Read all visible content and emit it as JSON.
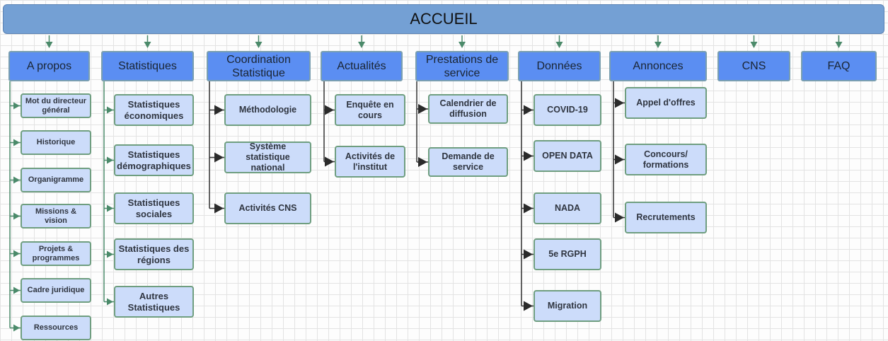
{
  "root": {
    "label": "ACCUEIL"
  },
  "columns": [
    {
      "id": "apropos",
      "label": "A propos",
      "items": [
        "Mot du directeur général",
        "Historique",
        "Organigramme",
        "Missions & vision",
        "Projets & programmes",
        "Cadre juridique",
        "Ressources"
      ]
    },
    {
      "id": "statistiques",
      "label": "Statistiques",
      "items": [
        "Statistiques économiques",
        "Statistiques démographiques",
        "Statistiques sociales",
        "Statistiques des régions",
        "Autres Statistiques"
      ]
    },
    {
      "id": "coordination",
      "label": "Coordination Statistique",
      "items": [
        "Méthodologie",
        "Système statistique national",
        "Activités CNS"
      ]
    },
    {
      "id": "actualites",
      "label": "Actualités",
      "items": [
        "Enquête en cours",
        "Activités de l'institut"
      ]
    },
    {
      "id": "prestations",
      "label": "Prestations de service",
      "items": [
        "Calendrier de diffusion",
        "Demande de service"
      ]
    },
    {
      "id": "donnees",
      "label": "Données",
      "items": [
        "COVID-19",
        "OPEN DATA",
        "NADA",
        "5e RGPH",
        "Migration"
      ]
    },
    {
      "id": "annonces",
      "label": "Annonces",
      "items": [
        "Appel d'offres",
        "Concours/ formations",
        "Recrutements"
      ]
    },
    {
      "id": "cns",
      "label": "CNS",
      "items": []
    },
    {
      "id": "faq",
      "label": "FAQ",
      "items": []
    }
  ],
  "colors": {
    "root_fill": "#74a0d4",
    "top_fill": "#5b8ef2",
    "sub_fill": "#ccdcfa",
    "sub_border": "#6f9e80",
    "arrow": "#4b8a6a",
    "branch_line": "#333333"
  }
}
